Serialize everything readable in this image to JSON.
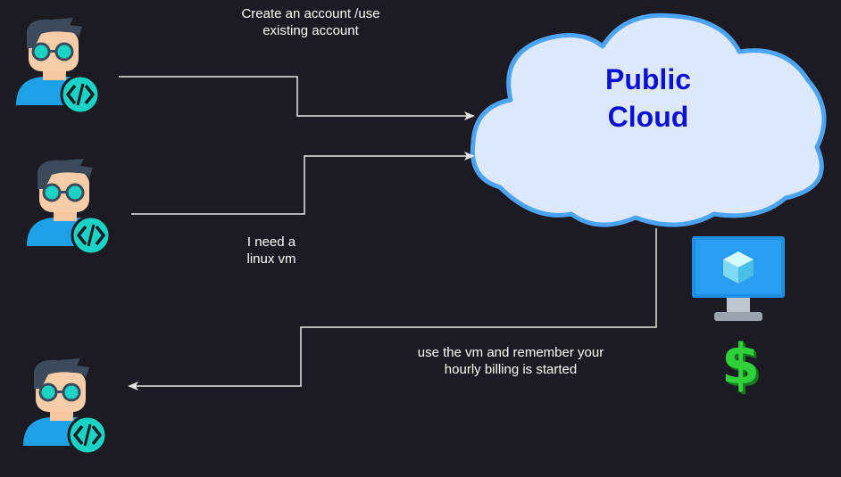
{
  "diagram": {
    "cloud": {
      "title": "Public\nCloud"
    },
    "messages": {
      "create_account": "Create an account /use\nexisting account",
      "need_vm": "I need a\nlinux vm",
      "use_vm": "use the vm and remember your\nhourly billing is started"
    },
    "icons": {
      "developer": "developer-avatar-icon",
      "vm": "virtual-machine-monitor-icon",
      "billing": "dollar-sign-icon"
    },
    "billing_symbol": "$"
  },
  "colors": {
    "background": "#1c1a22",
    "cloud_fill": "#dde9fb",
    "cloud_stroke": "#4da3f4",
    "cloud_text": "#0a10d8",
    "connector": "#e6e6e6",
    "avatar_badge": "#19d3c5",
    "avatar_body": "#1da1e6",
    "dollar": "#2fd03a"
  }
}
